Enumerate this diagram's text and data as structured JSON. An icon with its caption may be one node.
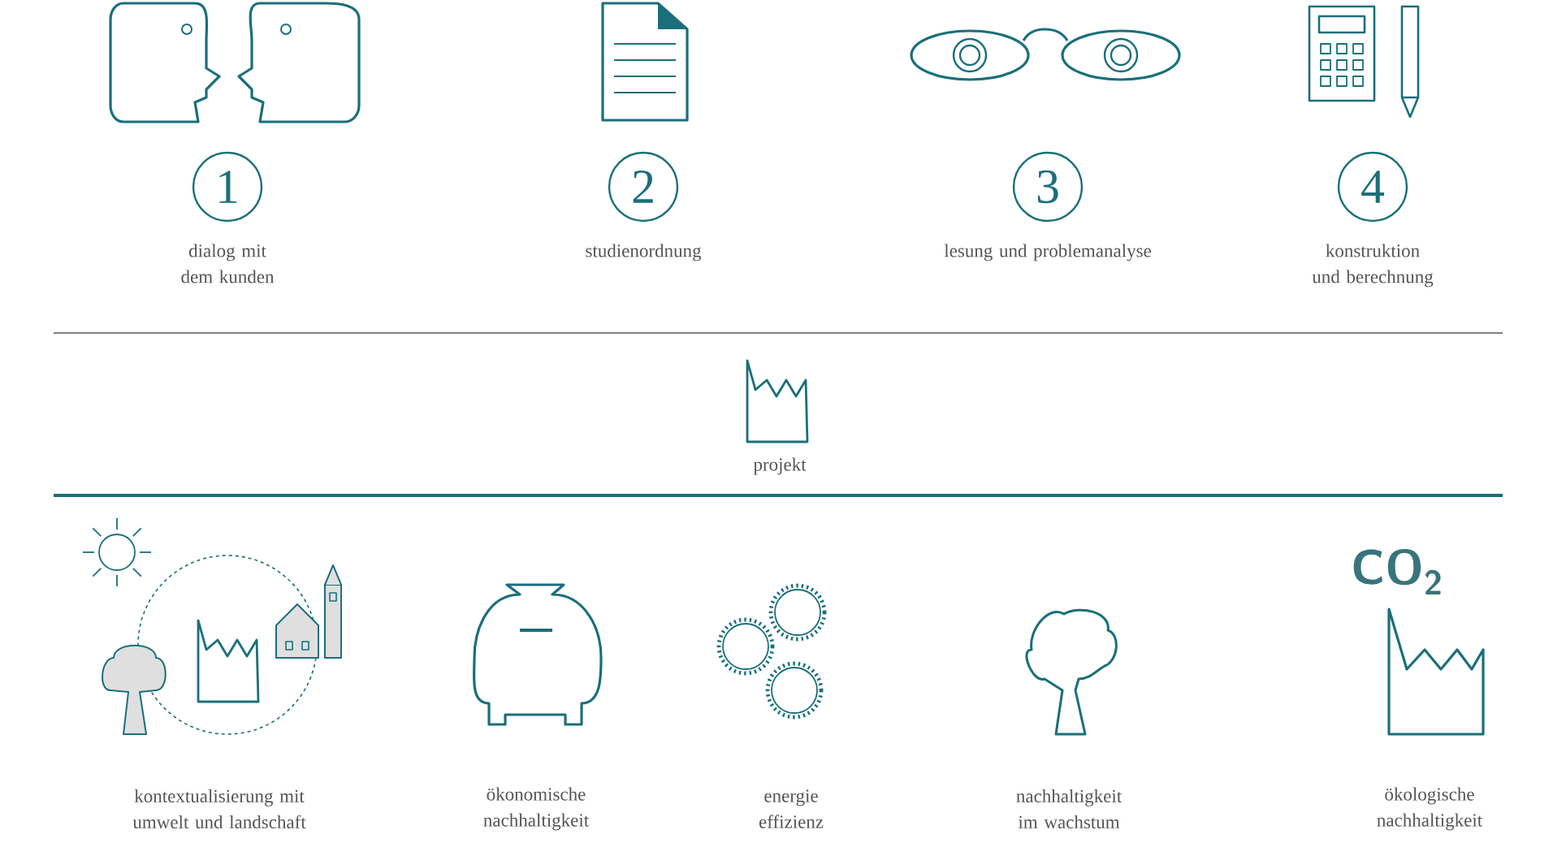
{
  "diagram": {
    "nodes": [
      {
        "text": [
          "1"
        ],
        "beside": [
          "dialog mit dem kunden"
        ]
      },
      {
        "text": [
          "2"
        ],
        "beside": [
          "studienordnung"
        ]
      },
      {
        "text": [
          "3"
        ],
        "beside": [
          "lesung und problemanalyse"
        ]
      },
      {
        "text": [
          "4"
        ],
        "beside": [
          "konstruktion und berechnung"
        ]
      }
    ],
    "labels": [
      "projekt",
      "CO$_{2}$",
      "kontextualisierung mit umwelt und landschaft",
      "ökonomische nachhaltigkeit",
      "energie effizienz",
      "nachhaltigkeit im wachstum",
      "ökologische nachhaltigkeit"
    ]
  }
}
